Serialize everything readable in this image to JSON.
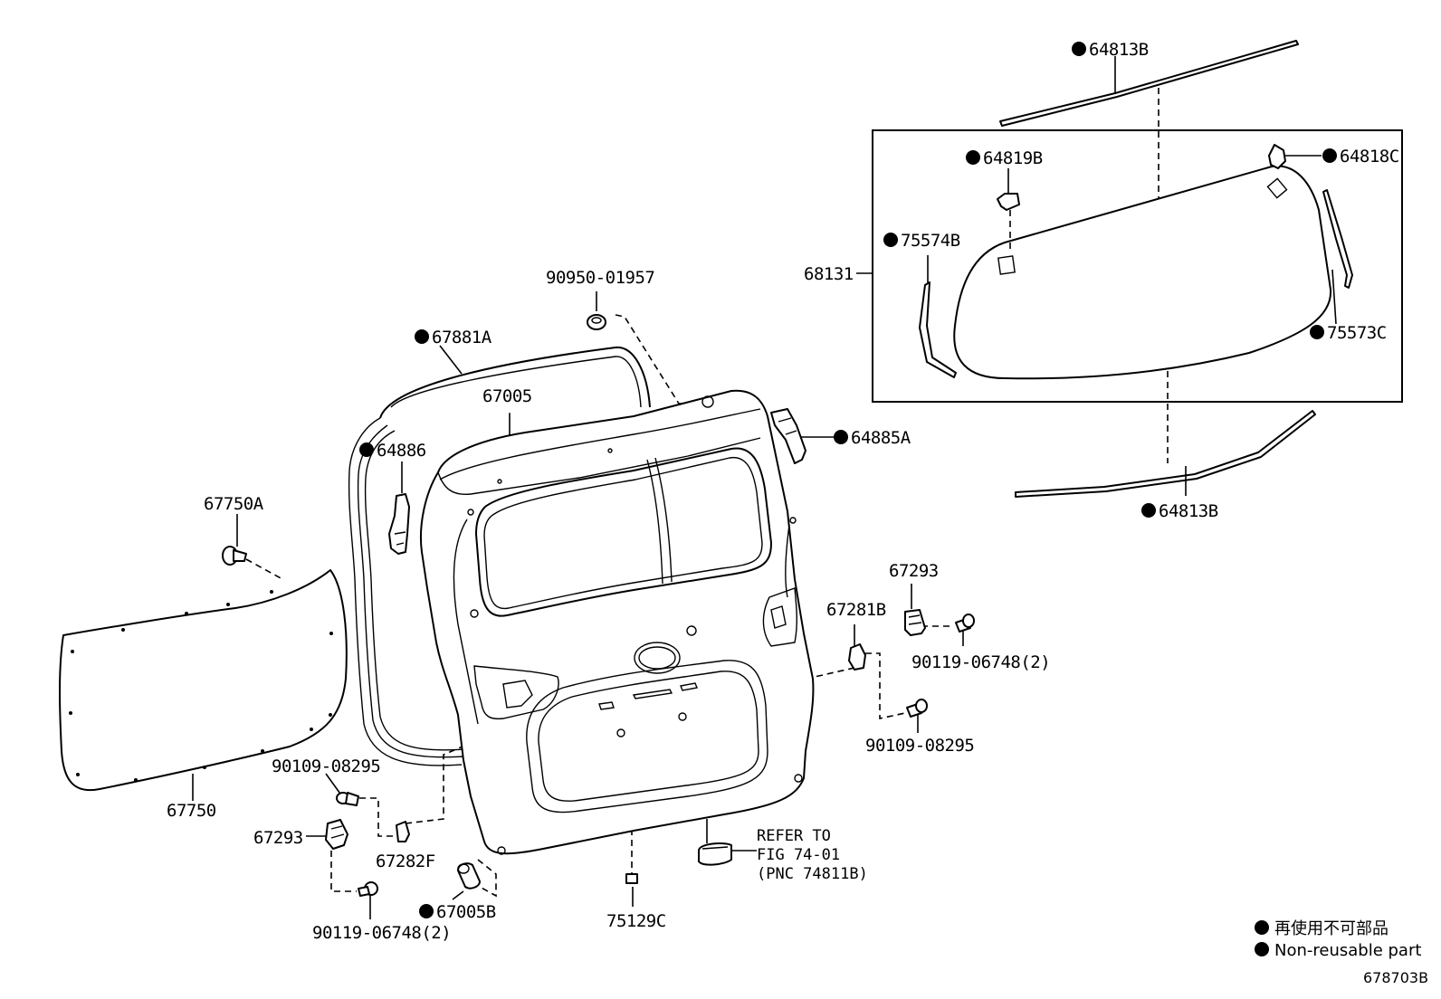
{
  "parts": {
    "p64813B_top": "64813B",
    "p64819B": "64819B",
    "p64818C": "64818C",
    "p75574B": "75574B",
    "p68131": "68131",
    "p75573C": "75573C",
    "p64813B_bottom": "64813B",
    "p90950_01957": "90950-01957",
    "p67881A": "67881A",
    "p67005": "67005",
    "p64885A": "64885A",
    "p64886": "64886",
    "p67750A": "67750A",
    "p67293_right": "67293",
    "p67281B": "67281B",
    "p90119_06748_right": "90119-06748(2)",
    "p90109_08295_right": "90109-08295",
    "p90109_08295_left": "90109-08295",
    "p67750": "67750",
    "p67293_left": "67293",
    "p67282F": "67282F",
    "p90119_06748_left": "90119-06748(2)",
    "p67005B": "67005B",
    "p75129C": "75129C"
  },
  "refer": {
    "line1": "REFER TO",
    "line2": "FIG 74-01",
    "line3": "(PNC 74811B)"
  },
  "legend": {
    "jp": "再使用不可部品",
    "en": "Non-reusable part"
  },
  "diagram_code": "678703B"
}
